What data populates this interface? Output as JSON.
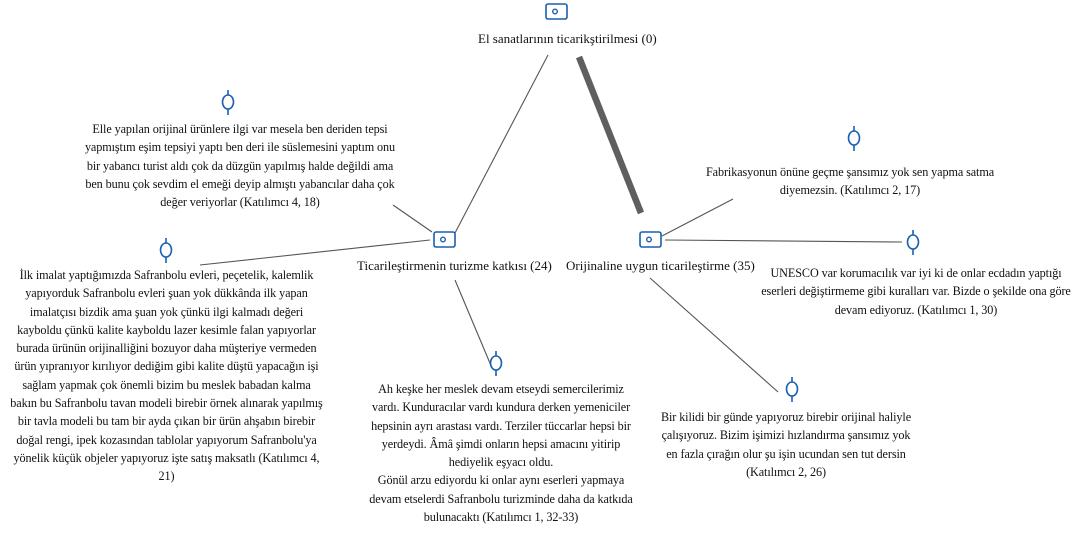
{
  "codes": {
    "root": {
      "label": "El sanatlarının ticarikştirilmesi (0)"
    },
    "turizm": {
      "label": "Ticarileştirmenin turizme katkısı (24)"
    },
    "orijinal": {
      "label": "Orijinaline uygun ticarileştirme (35)"
    }
  },
  "quotes": {
    "q1": "Elle yapılan orijinal ürünlere ilgi var mesela ben deriden tepsi\nyapmıştım eşim tepsiyi yaptı ben deri ile süslemesini yaptım onu\nbir yabancı turist aldı çok da düzgün yapılmış halde değildi ama\nben bunu çok sevdim el emeği deyip almıştı yabancılar daha çok\ndeğer veriyorlar (Katılımcı 4, 18)",
    "q2": "İlk imalat yaptığımızda Safranbolu evleri, peçetelik, kalemlik\nyapıyorduk Safranbolu evleri şuan yok dükkânda ilk yapan\nimalatçısı bizdik ama şuan yok çünkü ilgi kalmadı değeri\nkayboldu çünkü kalite kayboldu lazer kesimle falan yapıyorlar\nburada ürünün orijinalliğini bozuyor daha müşteriye vermeden\nürün yıpranıyor kırılıyor dediğim gibi kalite düştü yapacağın işi\nsağlam yapmak çok önemli bizim bu meslek babadan kalma\nbakın bu Safranbolu tavan modeli birebir örnek alınarak yapılmış\nbir tavla modeli bu tam bir ayda çıkan bir ürün ahşabın birebir\ndoğal rengi, ipek kozasından tablolar yapıyorum Safranbolu'ya\nyönelik küçük objeler yapıyoruz işte satış maksatlı (Katılımcı 4,\n21)",
    "q3": "Ah keşke her meslek devam etseydi semercilerimiz\nvardı. Kunduracılar vardı kundura derken yemeniciler\nhepsinin ayrı arastası vardı. Terziler tüccarlar hepsi bir\nyerdeydi. Âmâ şimdi onların hepsi amacını yitirip\nhediyelik eşyacı oldu.\nGönül arzu ediyordu ki onlar aynı eserleri yapmaya\ndevam etselerdi Safranbolu turizminde daha da katkıda\nbulunacaktı (Katılımcı 1, 32-33)",
    "q4": "Fabrikasyonun önüne geçme şansımız yok sen yapma satma\ndiyemezsin. (Katılımcı 2, 17)",
    "q5": "UNESCO var korumacılık var iyi ki de onlar ecdadın yaptığı\neserleri değiştirmeme gibi kuralları var. Bizde o şekilde ona göre\ndevam ediyoruz. (Katılımcı 1, 30)",
    "q6": "Bir kilidi bir günde yapıyoruz birebir orijinal haliyle\nçalışıyoruz. Bizim işimizi hızlandırma şansımız yok\nen fazla çırağın olur şu işin ucundan sen tut dersin\n(Katılımcı 2, 26)"
  },
  "colors": {
    "line": "#555555",
    "thick_line": "#5f5f5f",
    "icon": "#1a5fb0",
    "text": "#111111"
  }
}
